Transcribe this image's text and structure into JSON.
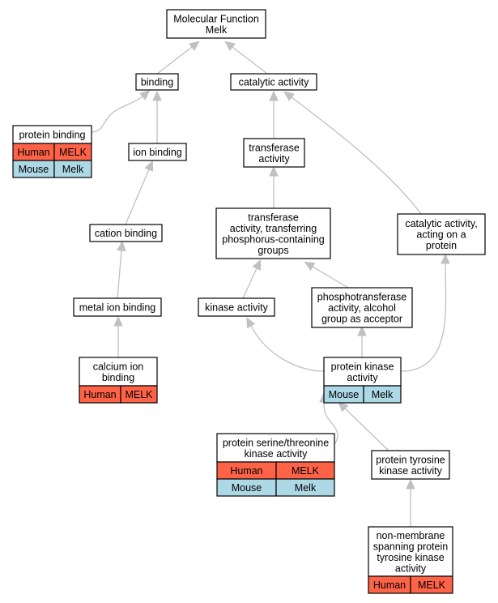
{
  "colors": {
    "human": "#ff6347",
    "mouse": "#add8e6",
    "edge": "#c0c0c0"
  },
  "nodes": {
    "root": {
      "lines": [
        "Molecular Function",
        "Melk"
      ]
    },
    "binding": {
      "lines": [
        "binding"
      ]
    },
    "catalytic": {
      "lines": [
        "catalytic activity"
      ]
    },
    "protein_binding": {
      "lines": [
        "protein binding"
      ],
      "species": [
        {
          "name": "Human",
          "gene": "MELK",
          "color": "human"
        },
        {
          "name": "Mouse",
          "gene": "Melk",
          "color": "mouse"
        }
      ]
    },
    "ion_binding": {
      "lines": [
        "ion binding"
      ]
    },
    "transferase": {
      "lines": [
        "transferase",
        "activity"
      ]
    },
    "cation_binding": {
      "lines": [
        "cation binding"
      ]
    },
    "transferase_p": {
      "lines": [
        "transferase",
        "activity, transferring",
        "phosphorus-containing",
        "groups"
      ]
    },
    "catalytic_protein": {
      "lines": [
        "catalytic activity,",
        "acting on a",
        "protein"
      ]
    },
    "metal_ion": {
      "lines": [
        "metal ion binding"
      ]
    },
    "kinase": {
      "lines": [
        "kinase activity"
      ]
    },
    "phosphotransferase": {
      "lines": [
        "phosphotransferase",
        "activity, alcohol",
        "group as acceptor"
      ]
    },
    "calcium": {
      "lines": [
        "calcium ion",
        "binding"
      ],
      "species": [
        {
          "name": "Human",
          "gene": "MELK",
          "color": "human"
        }
      ]
    },
    "protein_kinase": {
      "lines": [
        "protein kinase",
        "activity"
      ],
      "species": [
        {
          "name": "Mouse",
          "gene": "Melk",
          "color": "mouse"
        }
      ]
    },
    "ser_thr": {
      "lines": [
        "protein serine/threonine",
        "kinase activity"
      ],
      "species": [
        {
          "name": "Human",
          "gene": "MELK",
          "color": "human"
        },
        {
          "name": "Mouse",
          "gene": "Melk",
          "color": "mouse"
        }
      ]
    },
    "tyrosine": {
      "lines": [
        "protein tyrosine",
        "kinase activity"
      ]
    },
    "nonmembrane": {
      "lines": [
        "non-membrane",
        "spanning protein",
        "tyrosine kinase",
        "activity"
      ],
      "species": [
        {
          "name": "Human",
          "gene": "MELK",
          "color": "human"
        }
      ]
    }
  },
  "edges": [
    {
      "from": "binding",
      "to": "root"
    },
    {
      "from": "catalytic",
      "to": "root"
    },
    {
      "from": "protein_binding",
      "to": "binding"
    },
    {
      "from": "ion_binding",
      "to": "binding"
    },
    {
      "from": "transferase",
      "to": "catalytic"
    },
    {
      "from": "catalytic_protein",
      "to": "catalytic"
    },
    {
      "from": "cation_binding",
      "to": "ion_binding"
    },
    {
      "from": "metal_ion",
      "to": "cation_binding"
    },
    {
      "from": "calcium",
      "to": "metal_ion"
    },
    {
      "from": "transferase_p",
      "to": "transferase"
    },
    {
      "from": "kinase",
      "to": "transferase_p"
    },
    {
      "from": "phosphotransferase",
      "to": "transferase_p"
    },
    {
      "from": "protein_kinase",
      "to": "kinase"
    },
    {
      "from": "protein_kinase",
      "to": "phosphotransferase"
    },
    {
      "from": "protein_kinase",
      "to": "catalytic_protein"
    },
    {
      "from": "ser_thr",
      "to": "protein_kinase"
    },
    {
      "from": "tyrosine",
      "to": "protein_kinase"
    },
    {
      "from": "nonmembrane",
      "to": "tyrosine"
    }
  ]
}
